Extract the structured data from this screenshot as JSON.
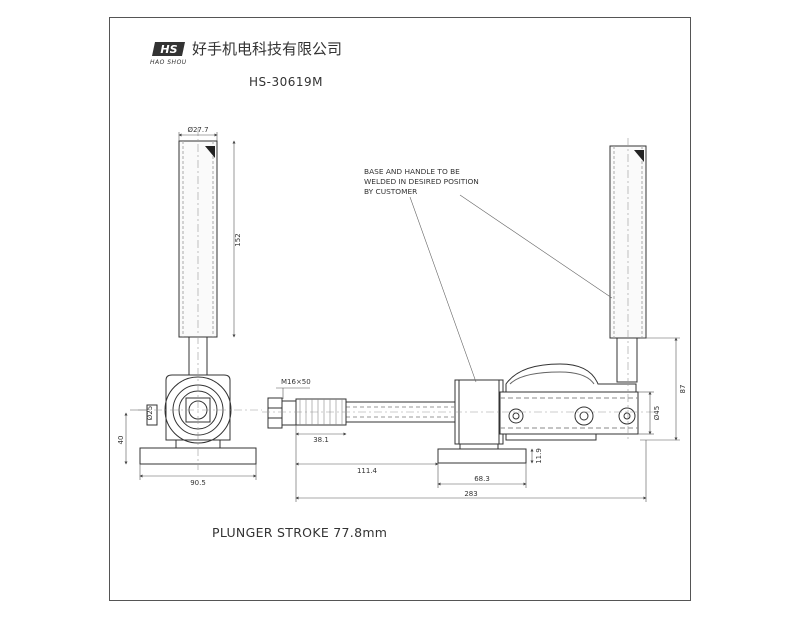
{
  "header": {
    "logo_text": "HS",
    "logo_sub": "HAO SHOU",
    "company_name": "好手机电科技有限公司",
    "model": "HS-30619M"
  },
  "note": {
    "lines": [
      "BASE AND HANDLE TO BE",
      "WELDED IN DESIRED POSITION",
      "BY CUSTOMER"
    ]
  },
  "thread_label": "M16×50",
  "dimensions": {
    "handle_dia": "Ø27.7",
    "handle_len": "152",
    "pivot_dia": "Ø25",
    "side_height": "40",
    "base_width": "90.5",
    "thread_len": "38.1",
    "plunger_ext": "111.4",
    "base_len": "68.3",
    "base_thk": "11.9",
    "body_dia": "Ø45",
    "total_height": "87",
    "total_len": "283"
  },
  "footer": {
    "stroke": "PLUNGER STROKE 77.8mm"
  }
}
